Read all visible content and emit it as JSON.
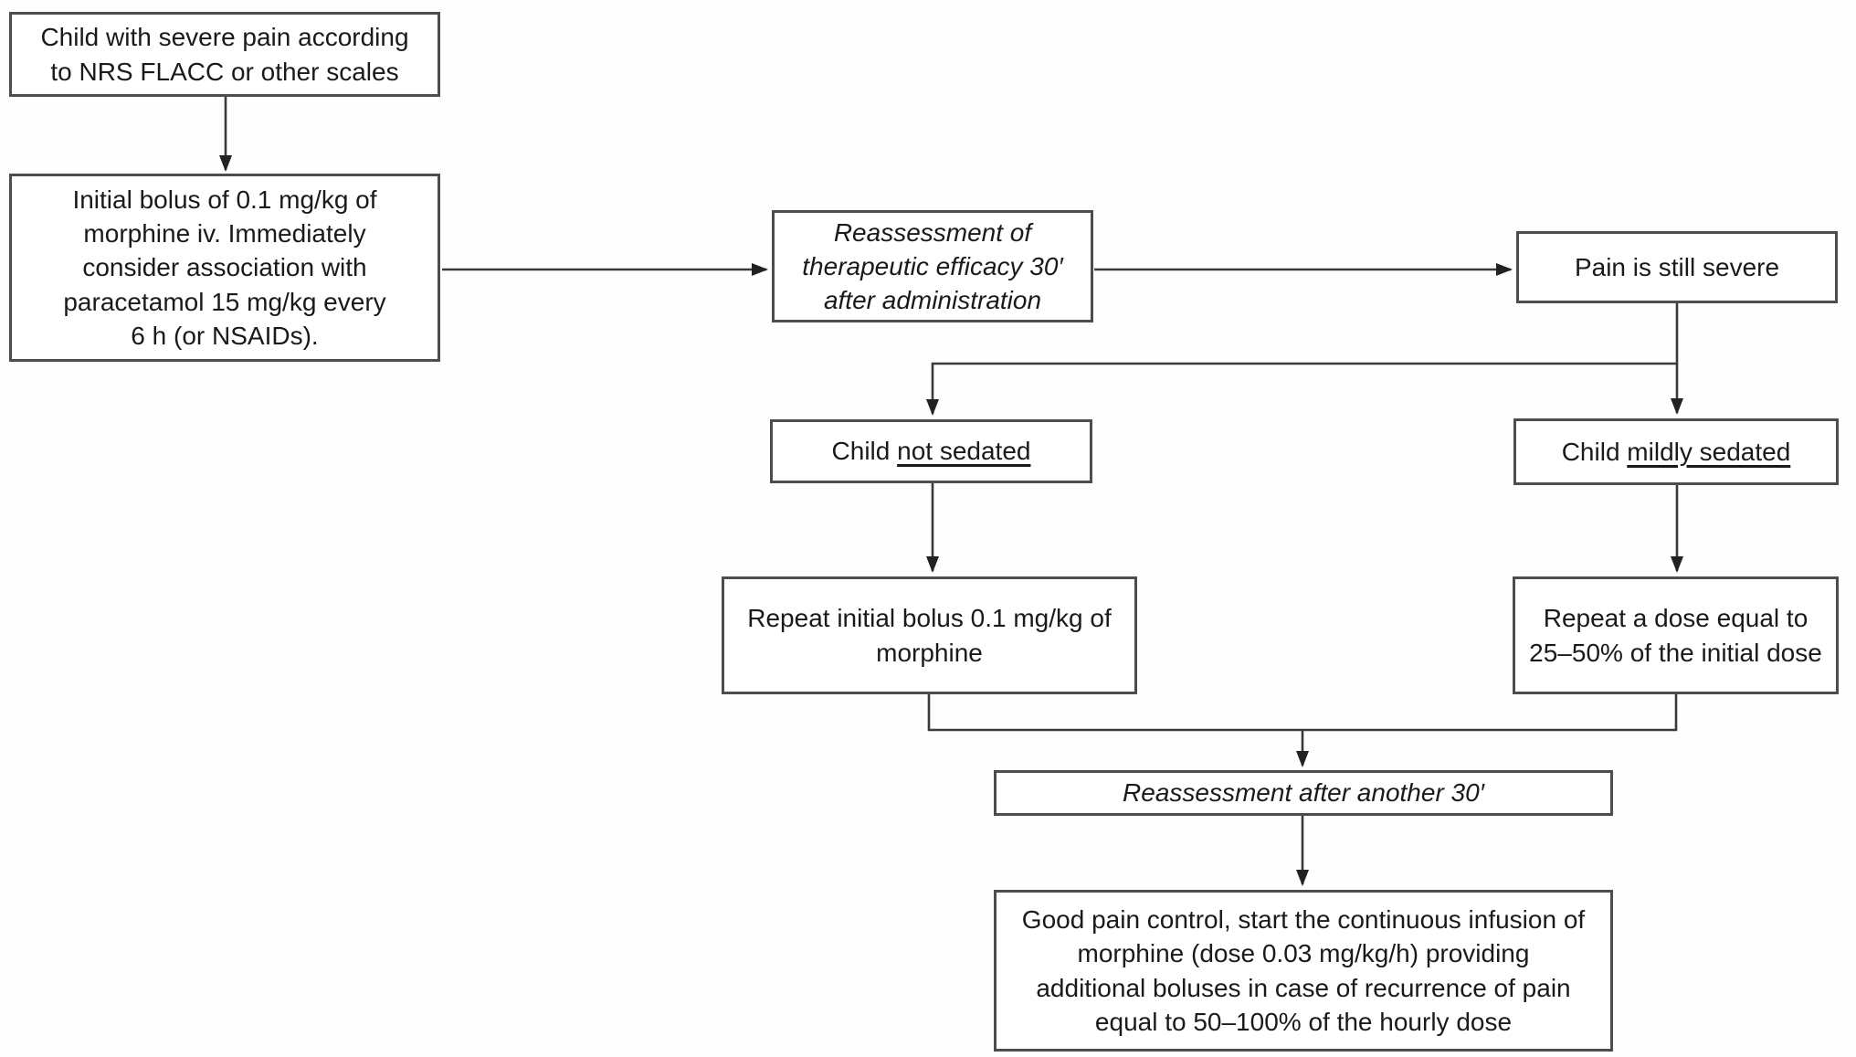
{
  "diagram": {
    "nodes": {
      "severe_pain": {
        "text": "Child with severe pain according\nto NRS FLACC or other scales"
      },
      "initial_bolus": {
        "text": "Initial bolus of 0.1 mg/kg of\nmorphine iv. Immediately\nconsider association with\nparacetamol 15 mg/kg every\n6 h (or NSAIDs)."
      },
      "reassessment_30": {
        "text": "Reassessment of\ntherapeutic efficacy 30′\nafter administration"
      },
      "pain_still_severe": {
        "text": "Pain is still severe"
      },
      "child_not_sedated": {
        "prefix": "Child ",
        "underlined": "not sedated"
      },
      "child_mildly_sedated": {
        "prefix": "Child ",
        "underlined": "mildly sedated"
      },
      "repeat_initial_bolus": {
        "text": "Repeat initial bolus 0.1 mg/kg of\nmorphine"
      },
      "repeat_reduced_dose": {
        "text": "Repeat a dose equal to\n25–50% of the initial dose"
      },
      "reassessment_another_30": {
        "text": "Reassessment after another 30′"
      },
      "good_pain_control": {
        "text": "Good pain control, start the continuous infusion of\nmorphine (dose 0.03 mg/kg/h) providing\nadditional boluses in case of recurrence of pain\nequal to 50–100% of the hourly dose"
      }
    },
    "colors": {
      "border": "#4d4d4d",
      "line": "#3a3a3a",
      "arrowhead": "#222222",
      "text": "#1a1a1a",
      "background": "#ffffff"
    }
  }
}
